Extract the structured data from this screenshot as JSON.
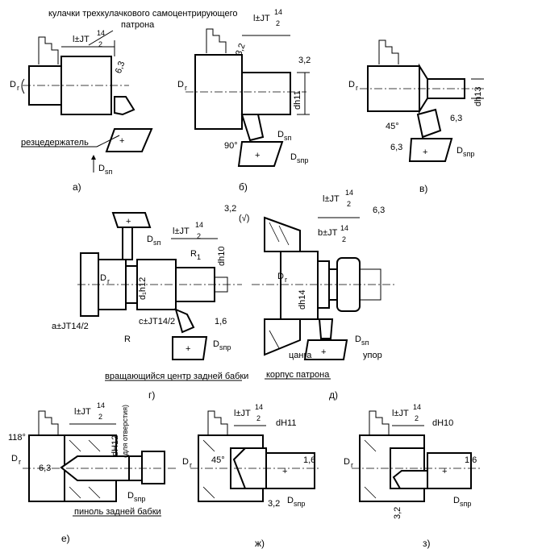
{
  "panels": [
    {
      "id": "a",
      "caption": "а)",
      "labels": {
        "note": "кулачки трехкулачкового самоцентрирующего",
        "note2": "патрона",
        "dim": "l±JT",
        "frac_num": "14",
        "frac_den": "2",
        "rough": "6,3",
        "dr": "D",
        "dr_sub": "r",
        "holder": "резцедержатель",
        "ds": "D",
        "ds_sub": "s",
        "ds_sub2": "п"
      }
    },
    {
      "id": "b",
      "caption": "б)",
      "labels": {
        "dim": "l±JT",
        "frac_num": "14",
        "frac_den": "2",
        "rough1": "3,2",
        "rough2": "3,2",
        "dia": "dh11",
        "angle": "90°",
        "dr": "D",
        "dr_sub": "r",
        "dsp": "D",
        "dsp_sub": "s",
        "dsp_sub2": "п",
        "dspr": "D",
        "dspr_sub": "s",
        "dspr_sub2": "пр"
      }
    },
    {
      "id": "v",
      "caption": "в)",
      "labels": {
        "dia": "dh13",
        "angle": "45°",
        "rough1": "6,3",
        "rough2": "6,3",
        "dr": "D",
        "dr_sub": "r",
        "dspr": "D",
        "dspr_sub": "s",
        "dspr_sub2": "пр"
      }
    },
    {
      "id": "g",
      "caption": "г)",
      "labels": {
        "dim": "l±JT",
        "frac_num": "14",
        "frac_den": "2",
        "rough": "3,2",
        "rough_paren": "(√)",
        "r1": "R",
        "r1_sub": "1",
        "dia1": "dh10",
        "dia2": "d₁h12",
        "dim_a": "a±JT14/2",
        "dim_c": "c±JT14/2",
        "r": "R",
        "rough3": "1,6",
        "dr": "D",
        "dr_sub": "r",
        "dsp": "D",
        "dsp_sub": "s",
        "dsp_sub2": "п",
        "dspr": "D",
        "dspr_sub": "s",
        "dspr_sub2": "пр",
        "center": "вращающийся центр задней бабки"
      }
    },
    {
      "id": "d",
      "caption": "д)",
      "labels": {
        "dim": "l±JT",
        "frac_num": "14",
        "frac_den": "2",
        "dim_b": "b±JT",
        "fracb_num": "14",
        "fracb_den": "2",
        "rough": "6,3",
        "dia": "dh14",
        "dr": "D",
        "dr_sub": "r",
        "dsp": "D",
        "dsp_sub": "s",
        "dsp_sub2": "п",
        "collet": "цанга",
        "stop": "упор",
        "housing": "корпус патрона"
      }
    },
    {
      "id": "e",
      "caption": "е)",
      "labels": {
        "angle": "118°",
        "dim": "l±JT",
        "frac_num": "14",
        "frac_den": "2",
        "dia": "dH12",
        "dia_note": "(для отверстия)",
        "rough": "6,3",
        "dr": "D",
        "dr_sub": "r",
        "dspr": "D",
        "dspr_sub": "s",
        "dspr_sub2": "пр",
        "tailstock": "пиноль задней бабки"
      }
    },
    {
      "id": "zh",
      "caption": "ж)",
      "labels": {
        "dim": "l±JT",
        "frac_num": "14",
        "frac_den": "2",
        "dia": "dH11",
        "angle": "45°",
        "rough1": "1,6",
        "rough2": "3,2",
        "dr": "D",
        "dr_sub": "r",
        "dspr": "D",
        "dspr_sub": "s",
        "dspr_sub2": "пр"
      }
    },
    {
      "id": "z",
      "caption": "з)",
      "labels": {
        "dim": "l±JT",
        "frac_num": "14",
        "frac_den": "2",
        "dia": "dH10",
        "rough1": "1,6",
        "rough2": "3,2",
        "dr": "D",
        "dr_sub": "r",
        "dspr": "D",
        "dspr_sub": "s",
        "dspr_sub2": "пр"
      }
    }
  ]
}
